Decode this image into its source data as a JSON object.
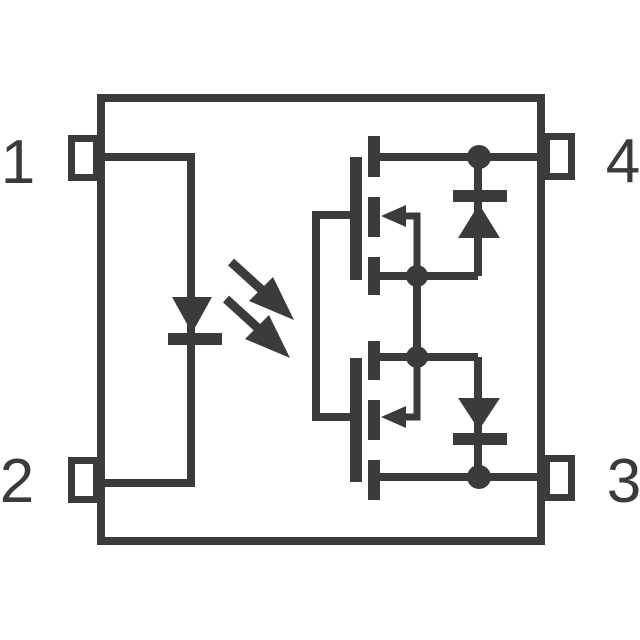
{
  "meta": {
    "description": "Internal circuit schematic of a 4-pin photorelay (optocoupler with MOSFET output)"
  },
  "colors": {
    "line": "#3b3b3d",
    "background": "#ffffff"
  },
  "pins": {
    "pin1": {
      "label": "1",
      "side": "left-top"
    },
    "pin2": {
      "label": "2",
      "side": "left-bottom"
    },
    "pin3": {
      "label": "3",
      "side": "right-bottom"
    },
    "pin4": {
      "label": "4",
      "side": "right-top"
    }
  },
  "symbols": {
    "package": "package-outline",
    "led": "led-symbol",
    "light": "light-emission-arrows",
    "gate_bus": "photodetector-gate-bus",
    "mosfet_top": "mosfet-top",
    "mosfet_bottom": "mosfet-bottom",
    "diode_top": "body-diode-top",
    "diode_bottom": "body-diode-bottom"
  }
}
